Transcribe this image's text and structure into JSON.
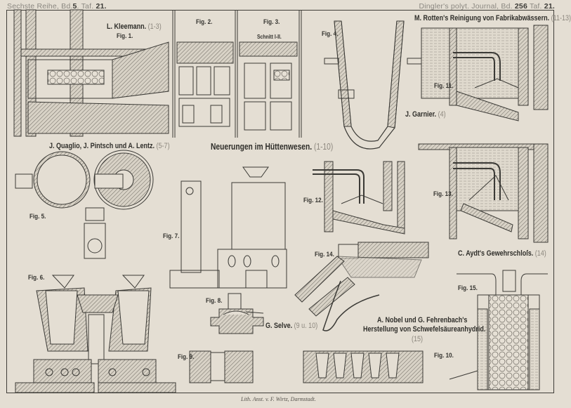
{
  "header": {
    "left_series": "Sechste Reihe, Bd.",
    "left_volume": "5",
    "left_plate_label": "Taf.",
    "left_plate": "21.",
    "right_journal": "Dingler's polyt. Journal, Bd.",
    "right_volume": "256",
    "right_plate_label": "Taf.",
    "right_plate": "21."
  },
  "titles": {
    "kleemann": {
      "name": "L. Kleemann.",
      "ref": "(1-3)"
    },
    "rotten": {
      "name": "M. Rotten's Reinigung von Fabrikabwässern.",
      "ref": "(11-13)"
    },
    "quaglio": {
      "name": "J. Quaglio, J. Pintsch und A. Lentz.",
      "ref": "(5-7)"
    },
    "huettenwesen": {
      "name": "Neuerungen im Hüttenwesen.",
      "ref": "(1-10)"
    },
    "garnier": {
      "name": "J. Garnier.",
      "ref": "(4)"
    },
    "aydt": {
      "name": "C. Aydt's Gewehrschloſs.",
      "ref": "(14)"
    },
    "selve": {
      "name": "G. Selve.",
      "ref": "(9 u. 10)"
    },
    "nobel_line1": "A. Nobel und G. Fehrenbach's",
    "nobel_line2": "Herstellung von Schwefelsäureanhydrid.",
    "nobel_ref": "(15)"
  },
  "figures": {
    "fig1": "Fig. 1.",
    "fig2": "Fig. 2.",
    "fig3": "Fig. 3.",
    "fig3_section": "Schnitt I-II.",
    "fig4": "Fig. 4.",
    "fig5": "Fig. 5.",
    "fig6": "Fig. 6.",
    "fig7": "Fig. 7.",
    "fig8": "Fig. 8.",
    "fig9": "Fig. 9.",
    "fig10": "Fig. 10.",
    "fig11": "Fig. 11.",
    "fig12": "Fig. 12.",
    "fig13": "Fig. 13.",
    "fig14": "Fig. 14.",
    "fig15": "Fig. 15."
  },
  "footer": {
    "lithographer": "Lith. Anst. v. F. Wirtz, Darmstadt."
  },
  "colors": {
    "paper": "#e4ded3",
    "ink": "#3b3a36",
    "hatch": "#6e6a62",
    "faded_ref": "#8c877e"
  }
}
